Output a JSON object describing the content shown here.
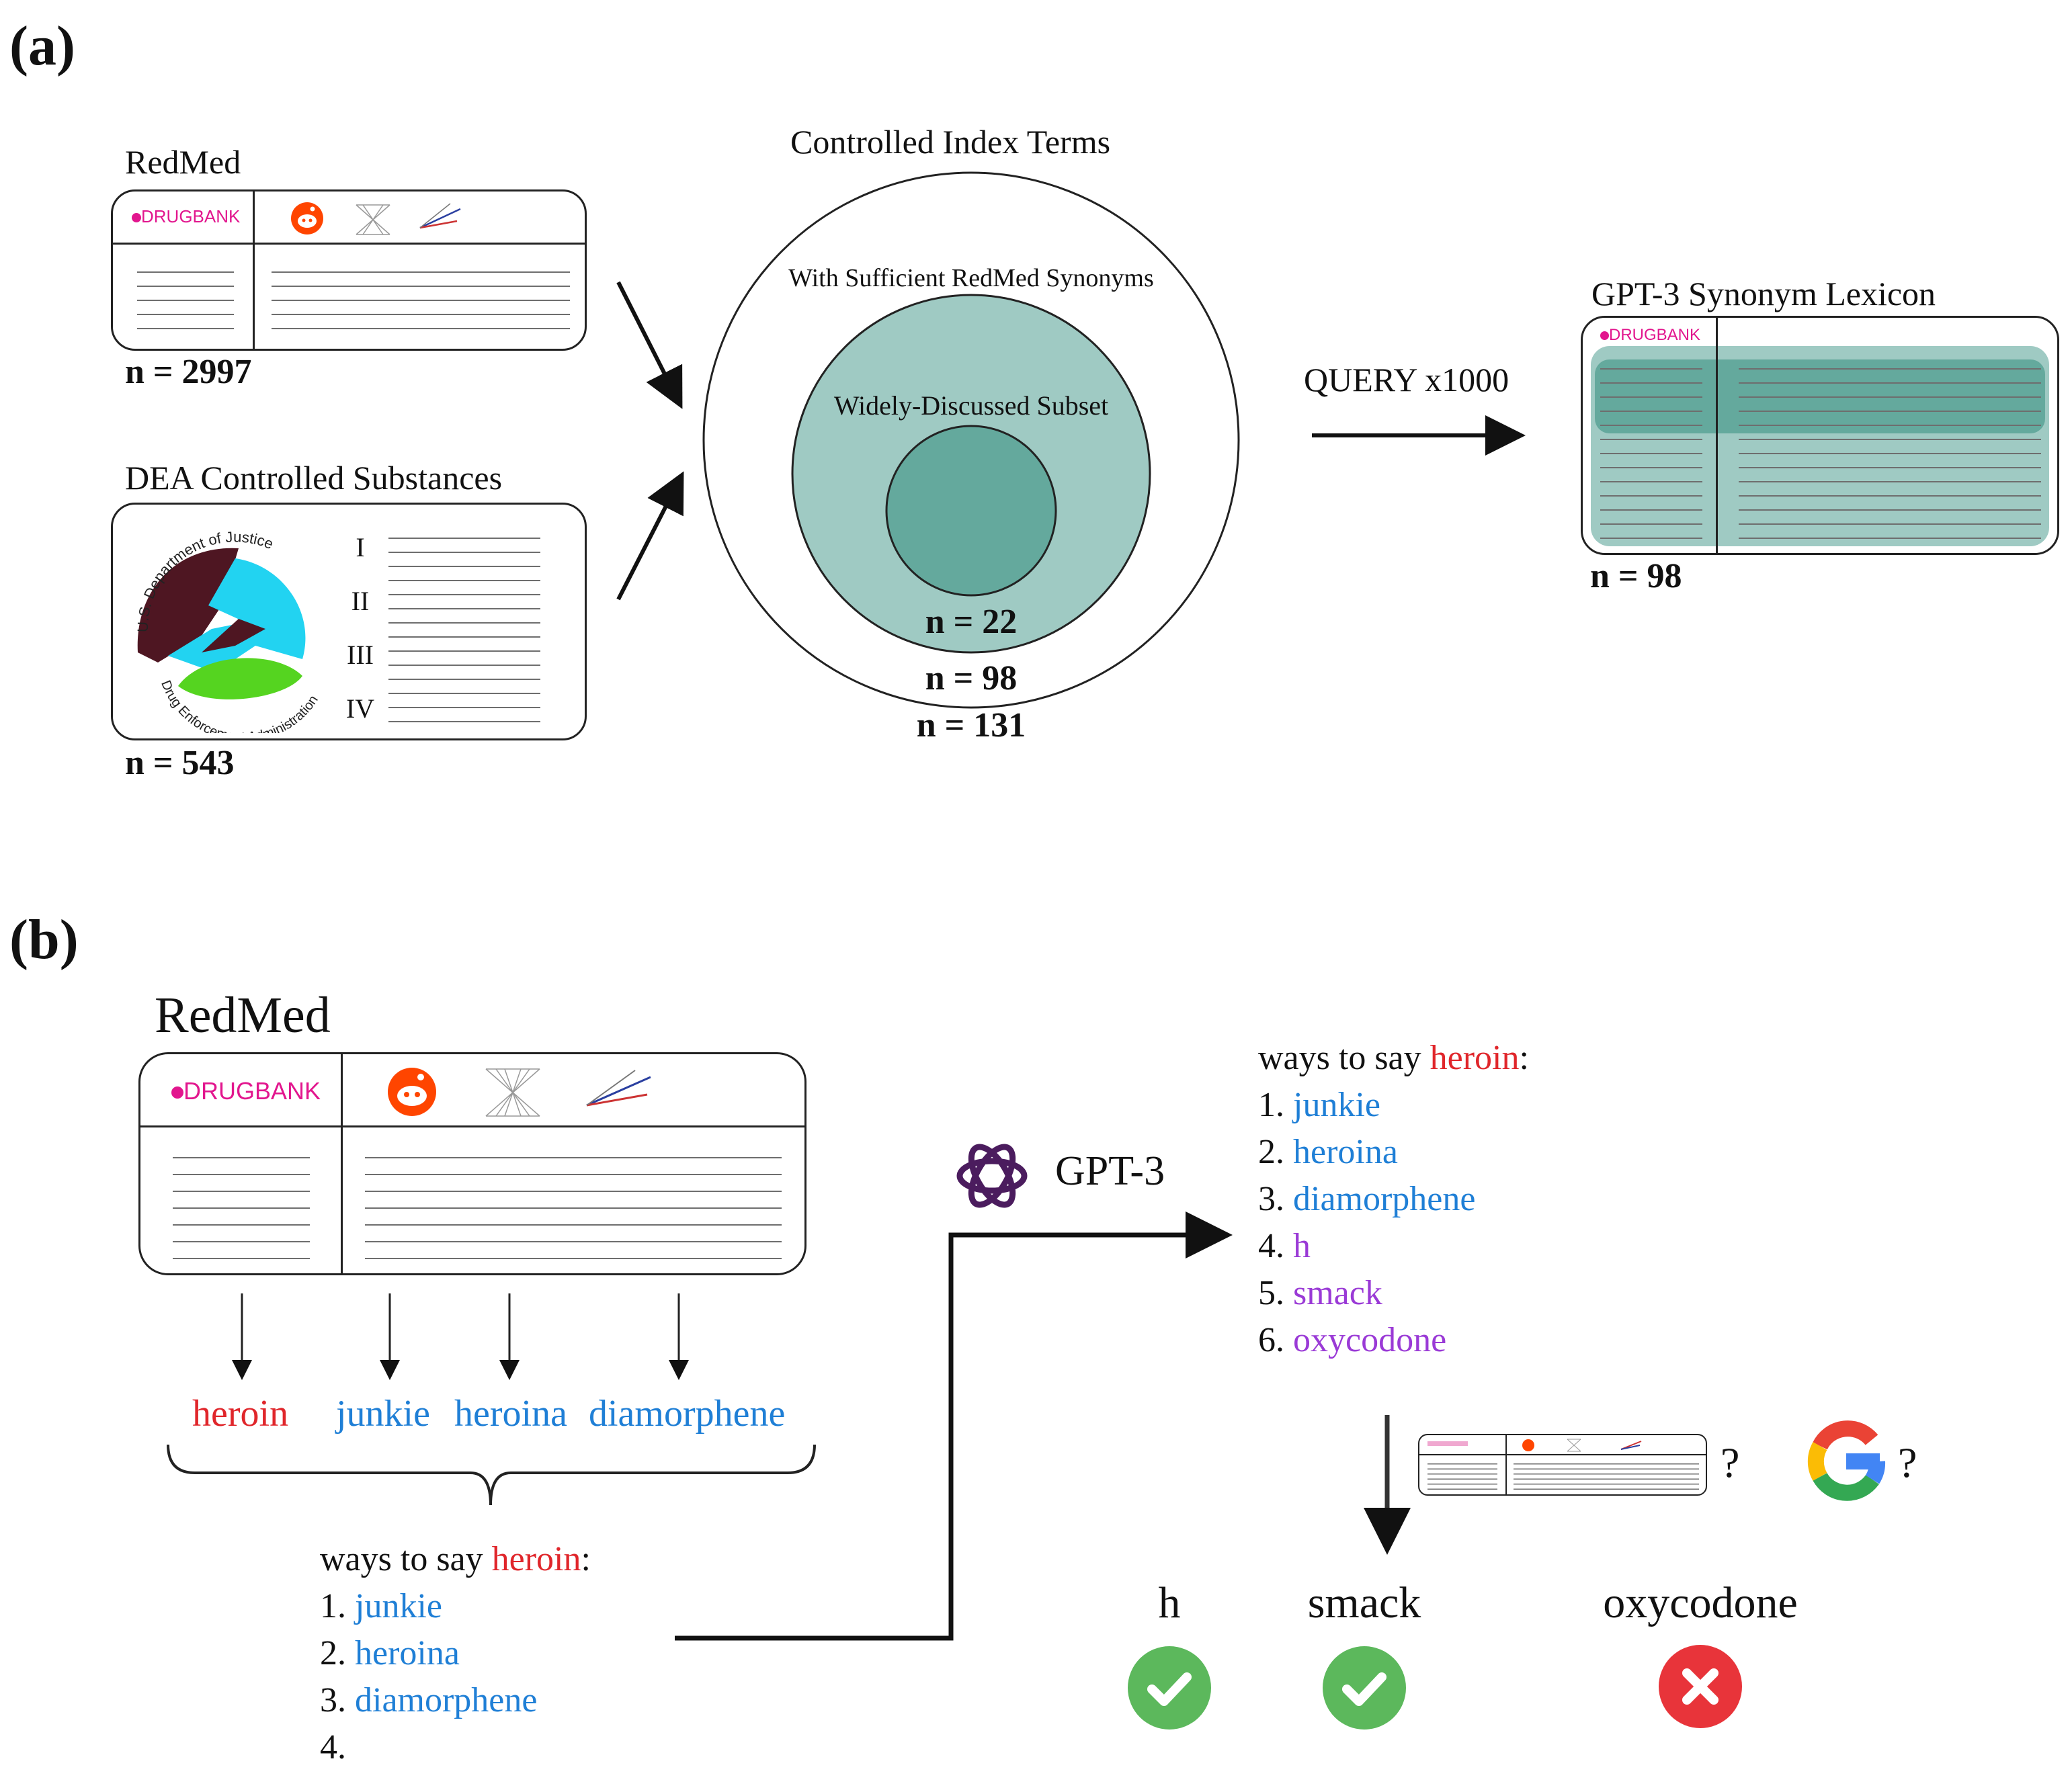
{
  "panel_a": {
    "label": "(a)",
    "redmed": {
      "title": "RedMed",
      "source_logo": "DRUGBANK",
      "count": "n = 2997",
      "icons": [
        "reddit-icon",
        "web-scrape-icon",
        "word-embedding-icon"
      ]
    },
    "dea": {
      "title": "DEA Controlled Substances",
      "count": "n = 543",
      "seal_text_top": "U.S. Department of Justice",
      "seal_text_bottom": "Drug Enforcement Administration",
      "schedules": [
        "I",
        "II",
        "III",
        "IV"
      ]
    },
    "venn": {
      "title": "Controlled Index Terms",
      "outer_label": "With Sufficient RedMed Synonyms",
      "middle_label": "Widely-Discussed Subset",
      "inner_count": "n = 22",
      "middle_count": "n = 98",
      "outer_count": "n = 131",
      "colors": {
        "middle": "#9fcac3",
        "inner": "#64a99d"
      }
    },
    "query": {
      "label": "QUERY x1000"
    },
    "lexicon": {
      "title": "GPT-3 Synonym Lexicon",
      "source_logo": "DRUGBANK",
      "count": "n = 98"
    }
  },
  "panel_b": {
    "label": "(b)",
    "redmed": {
      "title": "RedMed",
      "source_logo": "DRUGBANK"
    },
    "terms": [
      {
        "text": "heroin",
        "color": "red"
      },
      {
        "text": "junkie",
        "color": "blue"
      },
      {
        "text": "heroina",
        "color": "blue"
      },
      {
        "text": "diamorphene",
        "color": "blue"
      }
    ],
    "prompt": {
      "prefix": "ways to say ",
      "target": "heroin",
      "suffix": ":",
      "items": [
        {
          "num": "1.",
          "text": "junkie"
        },
        {
          "num": "2.",
          "text": "heroina"
        },
        {
          "num": "3.",
          "text": "diamorphene"
        },
        {
          "num": "4.",
          "text": ""
        }
      ]
    },
    "model": {
      "name": "GPT-3",
      "icon": "openai-icon"
    },
    "output": {
      "prefix": "ways to say ",
      "target": "heroin",
      "suffix": ":",
      "items": [
        {
          "num": "1.",
          "text": "junkie",
          "color": "blue"
        },
        {
          "num": "2.",
          "text": "heroina",
          "color": "blue"
        },
        {
          "num": "3.",
          "text": "diamorphene",
          "color": "blue"
        },
        {
          "num": "4.",
          "text": "h",
          "color": "purple"
        },
        {
          "num": "5.",
          "text": "smack",
          "color": "purple"
        },
        {
          "num": "6.",
          "text": "oxycodone",
          "color": "purple"
        }
      ]
    },
    "verify": {
      "question_1": "?",
      "question_2": "?",
      "search_icon": "google-icon"
    },
    "results": [
      {
        "term": "h",
        "valid": true,
        "icon": "check-icon"
      },
      {
        "term": "smack",
        "valid": true,
        "icon": "check-icon"
      },
      {
        "term": "oxycodone",
        "valid": false,
        "icon": "cross-icon"
      }
    ],
    "colors": {
      "red": "#e0262b",
      "blue": "#1f7fd6",
      "purple": "#9a3ad6",
      "valid": "#5cb85c",
      "invalid": "#e8343a"
    }
  }
}
